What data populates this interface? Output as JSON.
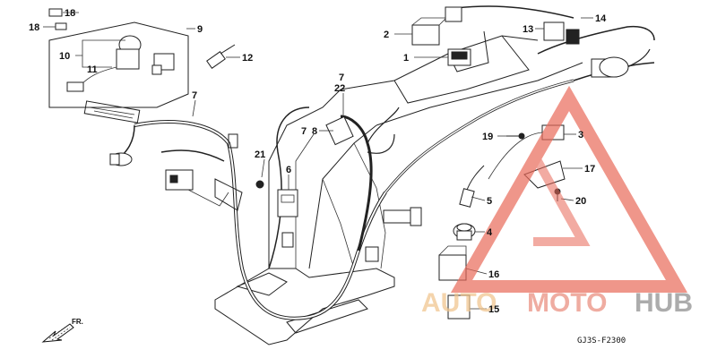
{
  "callouts": {
    "c1": "1",
    "c2": "2",
    "c3": "3",
    "c4": "4",
    "c5": "5",
    "c6": "6",
    "c7a": "7",
    "c7b": "7",
    "c7c": "7",
    "c8": "8",
    "c9": "9",
    "c10": "10",
    "c11": "11",
    "c12": "12",
    "c13": "13",
    "c14": "14",
    "c15": "15",
    "c16": "16",
    "c17": "17",
    "c18a": "18",
    "c18b": "18",
    "c19": "19",
    "c20": "20",
    "c21": "21",
    "c22": "22"
  },
  "front_arrow": "FR.",
  "diagram_code": "GJ3S-F2300",
  "watermark": {
    "part1": "AUTO",
    "part2": "MOTO",
    "part3": "HUB",
    "color_auto": "#f0c38a",
    "color_moto": "#e98a7a",
    "color_hub": "#8a8a8a",
    "triangle_color": "#e96a5a"
  }
}
